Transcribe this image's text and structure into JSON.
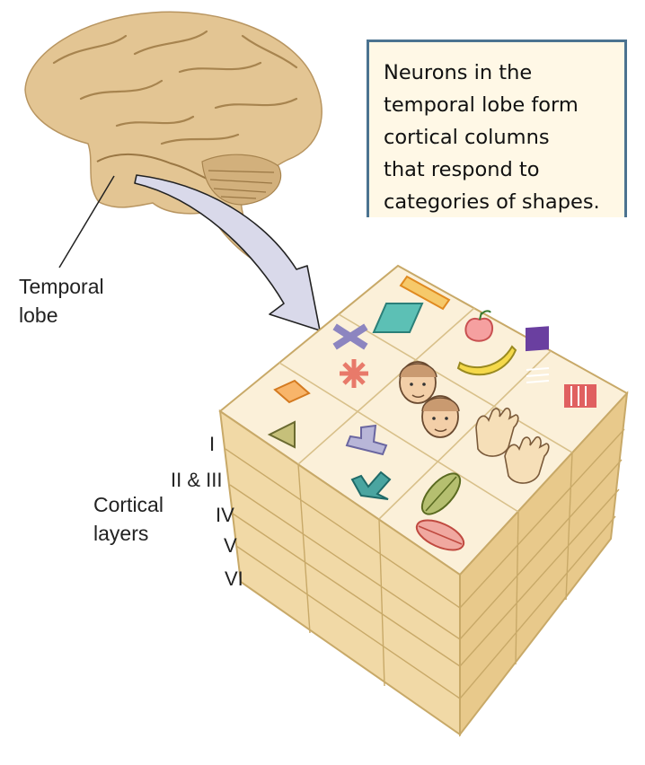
{
  "callout": {
    "lines": [
      "Neurons in the",
      "temporal lobe form",
      "cortical columns",
      "that respond to",
      "categories of shapes."
    ]
  },
  "labels": {
    "temporal_lobe": [
      "Temporal",
      "lobe"
    ],
    "cortical_layers": [
      "Cortical",
      "layers"
    ]
  },
  "layers": [
    "I",
    "II & III",
    "IV",
    "V",
    "VI"
  ],
  "colors": {
    "cube_top": "#fbf0d9",
    "cube_left": "#f1d9a6",
    "cube_right": "#e8c98b",
    "cube_line": "#c8a968",
    "callout_border": "#4b7390",
    "brain": "#e3c593",
    "arrow_fill": "#d9d9ea"
  },
  "icons": [
    "long-bar-icon",
    "parallelogram-icon",
    "cross-icon",
    "asterisk-icon",
    "apple-icon",
    "banana-icon",
    "face-icon",
    "striped-squares-icon",
    "diamond-icon",
    "triangle-icon",
    "inverted-t-icon",
    "arrow-icon",
    "hands-icon",
    "leaf-ellipse-icon",
    "red-ellipse-icon"
  ]
}
